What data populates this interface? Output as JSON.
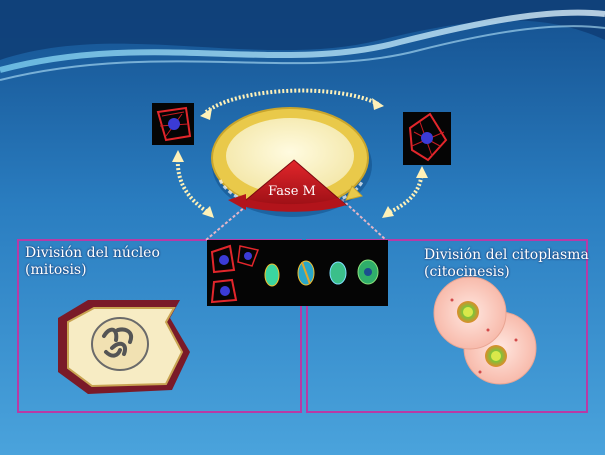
{
  "slide": {
    "center_label": "Fase M",
    "left_box": {
      "line1": "División del núcleo",
      "line2": "(mitosis)"
    },
    "right_box": {
      "line1": "División del citoplasma",
      "line2": "(citocinesis)"
    }
  },
  "colors": {
    "background_top": "#14508f",
    "background_bottom": "#4aa3dc",
    "box_border": "#b83aa6",
    "ring": "#e9c94a",
    "wedge": "#cc1b22"
  },
  "icons": [
    "cell-fluorescence-icon",
    "plant-cell-icon",
    "animal-cell-division-icon",
    "cycle-arrow-icon"
  ]
}
